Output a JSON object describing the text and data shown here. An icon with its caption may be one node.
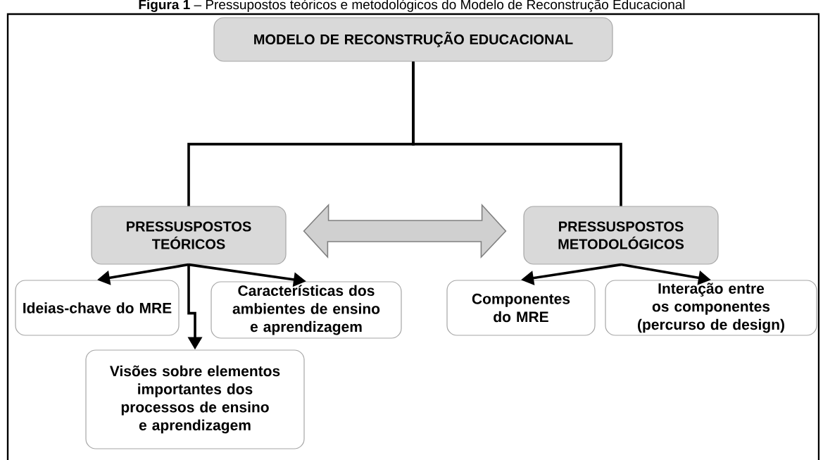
{
  "diagram": {
    "title": "**Figura 1** – Pressupostos teóricos e metodológicos do Modelo de Reconstrução Educacional",
    "nodes": [
      {
        "text": [
          "MODELO DE RECONSTRUÇÃO EDUCACIONAL"
        ]
      },
      {
        "text": [
          "PRESSUSPOSTOS TEÓRICOS"
        ]
      },
      {
        "text": [
          "PRESSUSPOSTOS METODOLÓGICOS"
        ]
      },
      {
        "text": [
          "Ideias-chave do MRE"
        ]
      },
      {
        "text": [
          "Características dos ambientes de ensino e aprendizagem"
        ]
      },
      {
        "text": [
          "Visões sobre elementos importantes dos processos de ensino e aprendizagem"
        ]
      },
      {
        "text": [
          "Componentes do MRE"
        ]
      },
      {
        "text": [
          "Interação entre os componentes (percurso de design)"
        ]
      }
    ],
    "edges": [
      {
        "from": 0,
        "to": 1,
        "arrow": "none"
      },
      {
        "from": 0,
        "to": 2,
        "arrow": "none"
      },
      {
        "from": 1,
        "to": 2,
        "arrow": "both"
      },
      {
        "from": 1,
        "to": 3,
        "arrow": "to"
      },
      {
        "from": 1,
        "to": 4,
        "arrow": "to"
      },
      {
        "from": 1,
        "to": 5,
        "arrow": "to"
      },
      {
        "from": 2,
        "to": 6,
        "arrow": "to"
      },
      {
        "from": 2,
        "to": 7,
        "arrow": "to"
      }
    ]
  }
}
